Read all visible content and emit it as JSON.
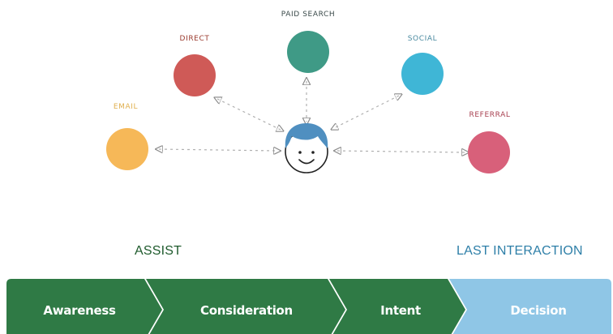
{
  "channels": [
    {
      "id": "email",
      "label": "EMAIL",
      "color": "#f6b858",
      "label_color": "#e0b050"
    },
    {
      "id": "direct",
      "label": "DIRECT",
      "color": "#cf5a57",
      "label_color": "#9b3b2f"
    },
    {
      "id": "paid_search",
      "label": "PAID SEARCH",
      "color": "#3f9a86",
      "label_color": "#3a4a4a"
    },
    {
      "id": "social",
      "label": "SOCIAL",
      "color": "#3fb6d6",
      "label_color": "#4a8aa0"
    },
    {
      "id": "referral",
      "label": "REFERRAL",
      "color": "#d8607a",
      "label_color": "#a84050"
    }
  ],
  "person": {
    "icon": "person-face-icon",
    "hair_color": "#4f8fc0"
  },
  "stages": {
    "assist_label": "ASSIST",
    "last_interaction_label": "LAST INTERACTION",
    "assist_color": "#1e5a2c",
    "last_color": "#2e7fa8"
  },
  "funnel": [
    {
      "label": "Awareness",
      "color": "#2f7a45"
    },
    {
      "label": "Consideration",
      "color": "#2f7a45"
    },
    {
      "label": "Intent",
      "color": "#2f7a45"
    },
    {
      "label": "Decision",
      "color": "#8fc6e6"
    }
  ]
}
